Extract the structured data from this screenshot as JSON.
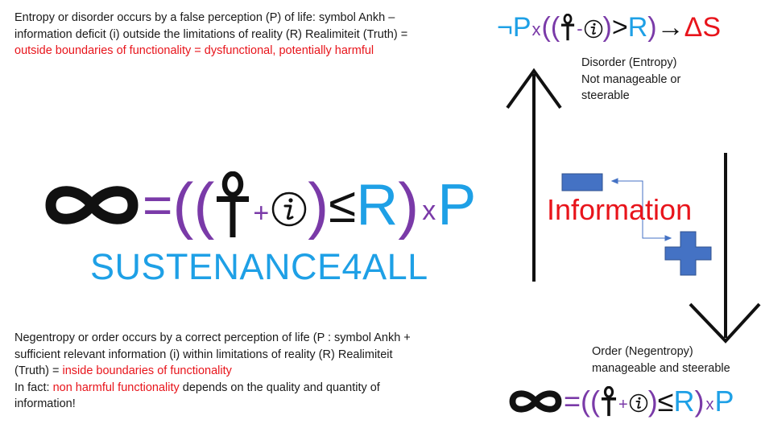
{
  "entropy_text": {
    "plain": "Entropy or disorder occurs by a false perception (P) of life: symbol Ankh – information deficit (i) outside the limitations of reality (R) Realimiteit (Truth) = ",
    "highlight": "outside boundaries of functionality = dysfunctional, potentially harmful"
  },
  "negentropy_text": {
    "line1_plain": "Negentropy or order occurs by a correct perception of life (P : symbol Ankh  + sufficient relevant information (i) within limitations of reality (R) Realimiteit (Truth) = ",
    "line1_highlight": "inside boundaries of functionality",
    "line2_prefix": "In fact: ",
    "line2_highlight": "non harmful functionality",
    "line2_suffix": " depends on the quality and quantity of information!"
  },
  "main_formula": {
    "equals": "=",
    "open_parens": "((",
    "plus": "+",
    "close_paren1": ")",
    "leq": "≤",
    "R": "R",
    "close_paren2": ")",
    "times": "x",
    "P": "P"
  },
  "sustenance_label": "SUSTENANCE4ALL",
  "top_formula": {
    "not_P": "¬P",
    "times": "x",
    "open_parens": "((",
    "minus": "-",
    "close_paren1": ")",
    "gt": ">",
    "R": "R",
    "close_paren2": ")",
    "arrow": "→",
    "delta_s": "ΔS"
  },
  "bottom_formula": {
    "equals": "=",
    "open_parens": "((",
    "plus": "+",
    "close_paren1": ")",
    "leq": "≤",
    "R": "R",
    "close_paren2": ")",
    "times": "x",
    "P": "P"
  },
  "disorder_label": {
    "line1": "Disorder (Entropy)",
    "line2": "Not manageable or",
    "line3": "steerable"
  },
  "order_label": {
    "line1": "Order (Negentropy)",
    "line2": "manageable and steerable"
  },
  "information_word": "Information",
  "icons": [
    "infinity-icon",
    "ankh-icon",
    "info-i-icon",
    "minus-icon",
    "plus-icon",
    "up-arrow",
    "down-arrow"
  ],
  "colors": {
    "purple": "#7a3aa8",
    "blue": "#1ea0e6",
    "red": "#e8141b",
    "shape_blue": "#4472c4"
  }
}
